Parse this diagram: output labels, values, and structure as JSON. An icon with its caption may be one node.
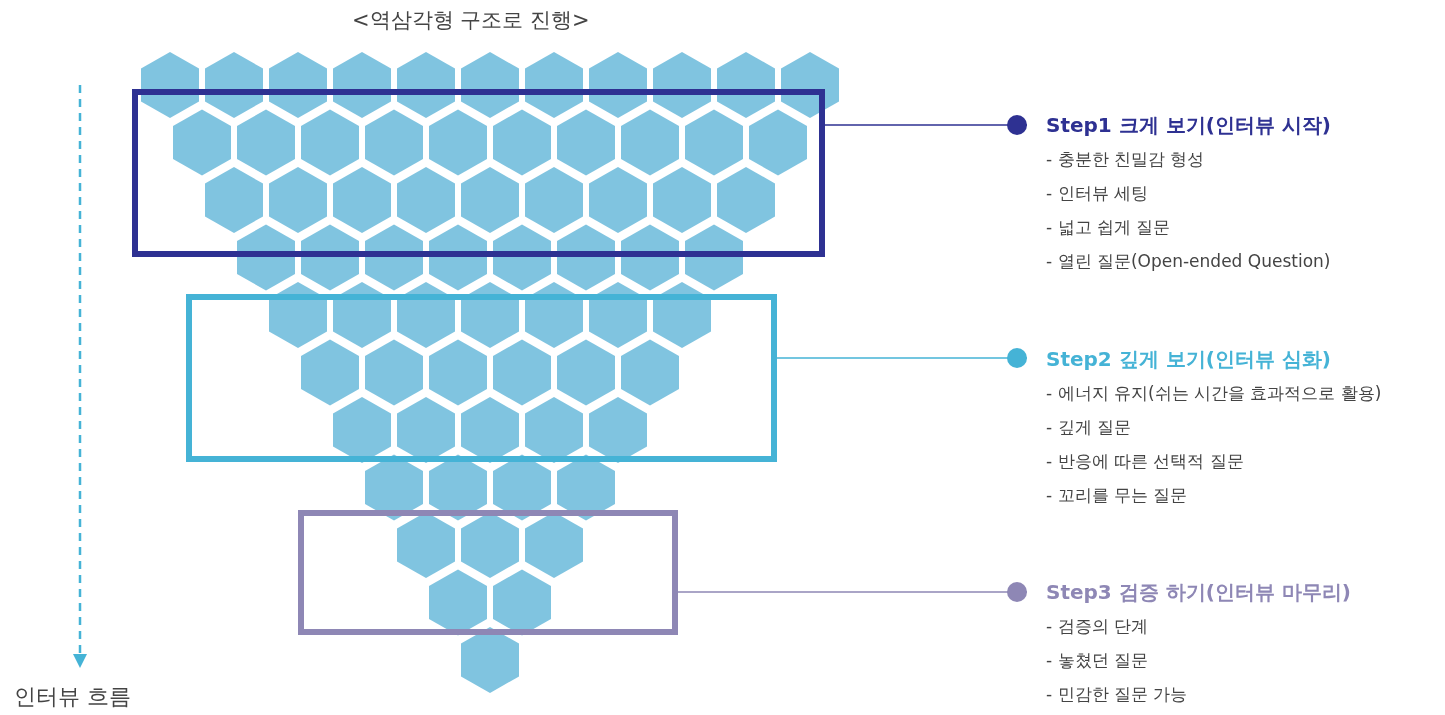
{
  "diagram": {
    "title": "<역삼각형 구조로 진행>",
    "nodes": [
      {
        "text": [],
        "shape": "box"
      },
      {
        "text": [
          "Step1 크게 보기(인터뷰 시작)",
          "- 충분한 친밀감 형성",
          "- 인터뷰 세팅",
          "- 넓고 쉽게 질문",
          "- 열린 질문(Open-ended Question)"
        ]
      },
      {
        "text": [],
        "shape": "box"
      },
      {
        "text": [
          "Step2 깊게 보기(인터뷰 심화)",
          "- 에너지 유지(쉬는 시간을 효과적으로 활용)",
          "- 깊게 질문",
          "- 반응에 따른 선택적 질문",
          "- 꼬리를 무는 질문"
        ]
      },
      {
        "text": [],
        "shape": "box"
      },
      {
        "text": [
          "Step3 검증 하기(인터뷰 마무리)",
          "- 검증의 단계",
          "- 놓쳤던 질문",
          "- 민감한 질문 가능"
        ]
      }
    ],
    "edges": [
      {
        "from": 0,
        "to": 1,
        "arrow": "other",
        "color": "#2e3192"
      },
      {
        "from": 2,
        "to": 3,
        "arrow": "other",
        "color": "#45b3d6"
      },
      {
        "from": 4,
        "to": 5,
        "arrow": "other",
        "color": "#8e87b5"
      }
    ],
    "labels": [
      "인터뷰 흐름"
    ]
  }
}
